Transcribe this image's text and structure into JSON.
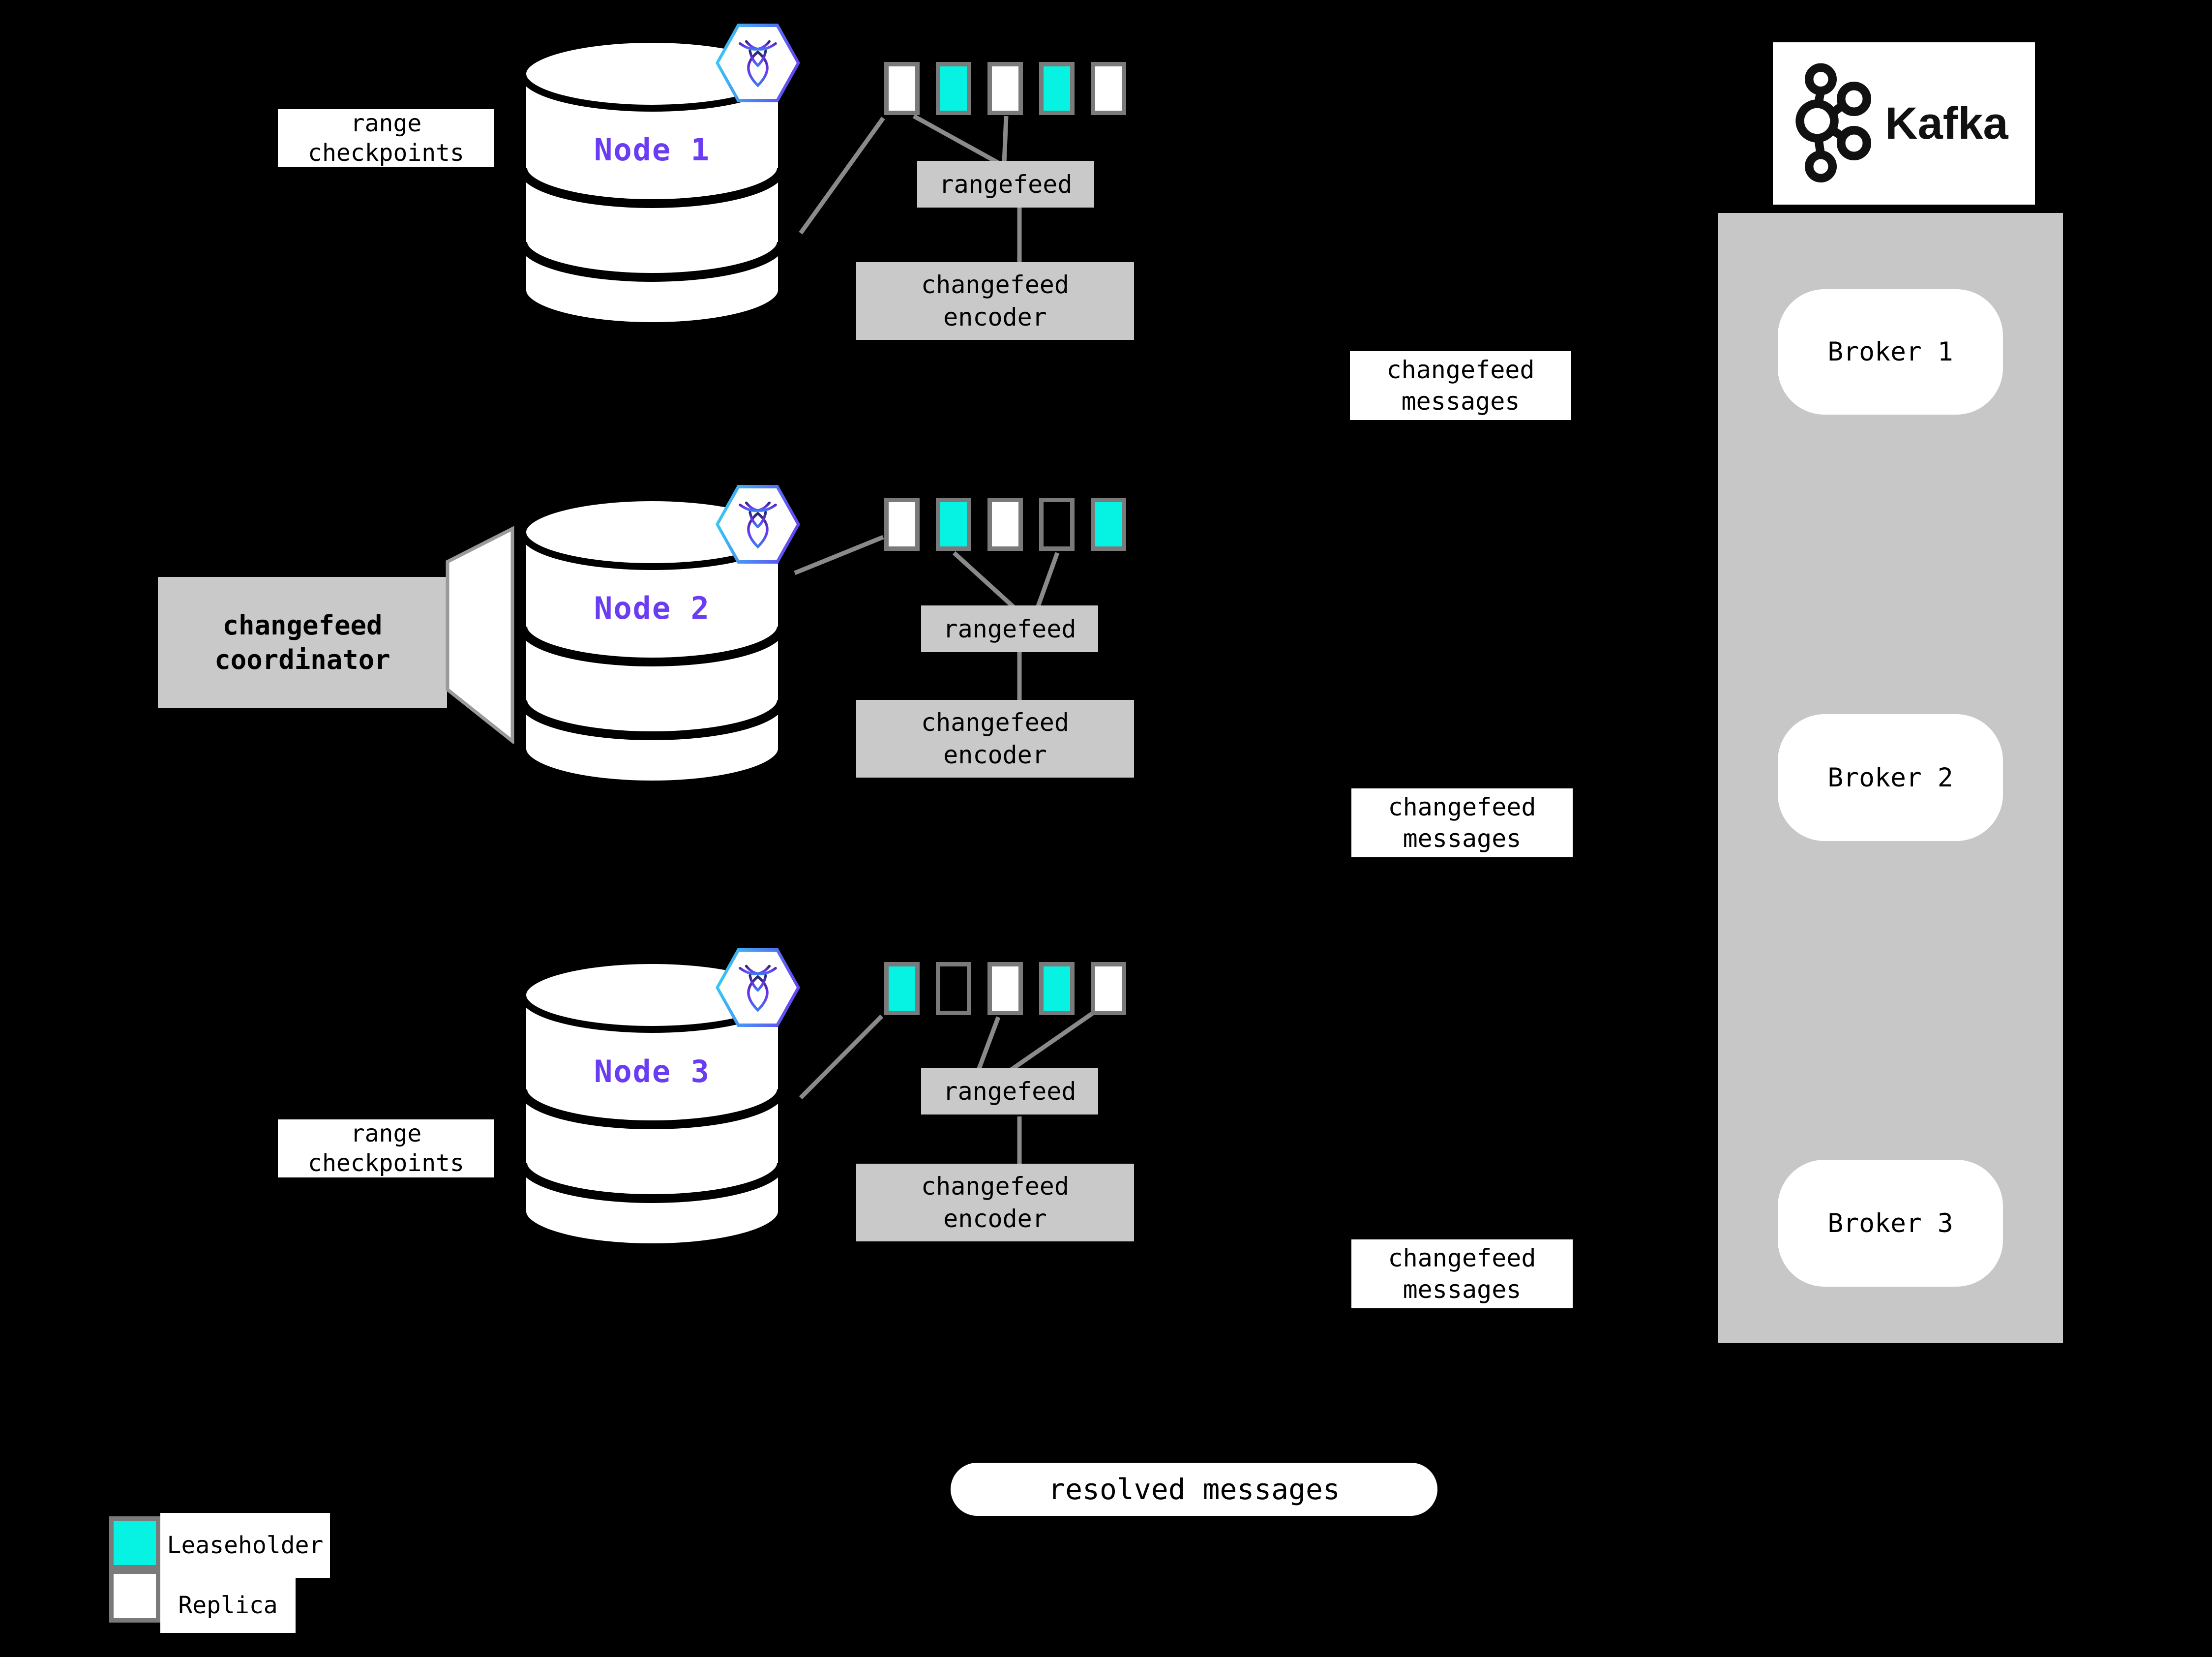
{
  "colors": {
    "background": "#000000",
    "leaseholder": "#06F3E3",
    "replica": "#FFFFFF",
    "cell_border": "#7A7A7A",
    "box_gray": "#C9C9C9",
    "broker_panel": "#C7C7C7",
    "line_gray": "#8A8A8A",
    "node_label": "#6A3DF2",
    "hex_gradient_start": "#35D3F5",
    "hex_gradient_end": "#6D35F2"
  },
  "shared": {
    "rangefeed": "rangefeed",
    "encoder": [
      "changefeed",
      "encoder"
    ],
    "messages": [
      "changefeed",
      "messages"
    ]
  },
  "nodes": [
    {
      "label": "Node 1",
      "side_label": [
        "range",
        "checkpoints"
      ],
      "cells": [
        "replica",
        "leaseholder",
        "replica",
        "leaseholder",
        "replica"
      ]
    },
    {
      "label": "Node 2",
      "coordinator": [
        "changefeed",
        "coordinator"
      ],
      "cells": [
        "replica",
        "leaseholder",
        "replica",
        "empty",
        "leaseholder"
      ]
    },
    {
      "label": "Node 3",
      "side_label": [
        "range",
        "checkpoints"
      ],
      "cells": [
        "leaseholder",
        "empty",
        "replica",
        "leaseholder",
        "replica"
      ]
    }
  ],
  "kafka": {
    "title": "Kafka",
    "brokers": [
      {
        "label": "Broker 1"
      },
      {
        "label": "Broker 2"
      },
      {
        "label": "Broker 3"
      }
    ]
  },
  "resolved_messages": "resolved messages",
  "legend": {
    "items": [
      {
        "type": "leaseholder",
        "label": "Leaseholder"
      },
      {
        "type": "replica",
        "label": "Replica"
      }
    ]
  }
}
